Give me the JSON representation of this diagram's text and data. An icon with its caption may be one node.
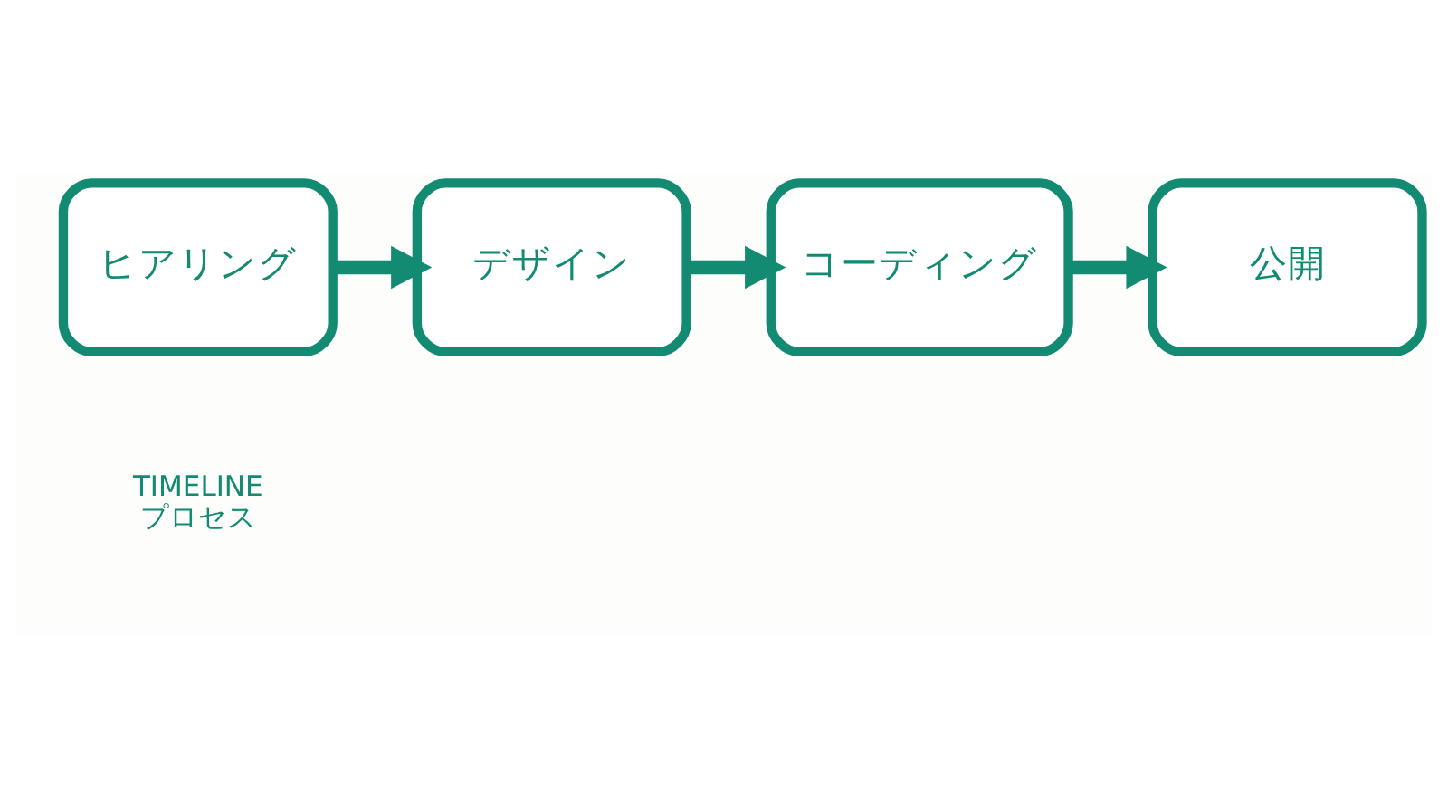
{
  "diagram": {
    "nodes": [
      {
        "text": [
          "ヒアリング"
        ]
      },
      {
        "text": [
          "デザイン"
        ]
      },
      {
        "text": [
          "コーディング"
        ]
      },
      {
        "text": [
          "公開"
        ]
      }
    ],
    "edges": [
      {
        "from": 0,
        "to": 1,
        "arrow": "to"
      },
      {
        "from": 1,
        "to": 2,
        "arrow": "to"
      },
      {
        "from": 2,
        "to": 3,
        "arrow": "to"
      }
    ],
    "labels": [
      "TIMELINE",
      "プロセス"
    ]
  }
}
